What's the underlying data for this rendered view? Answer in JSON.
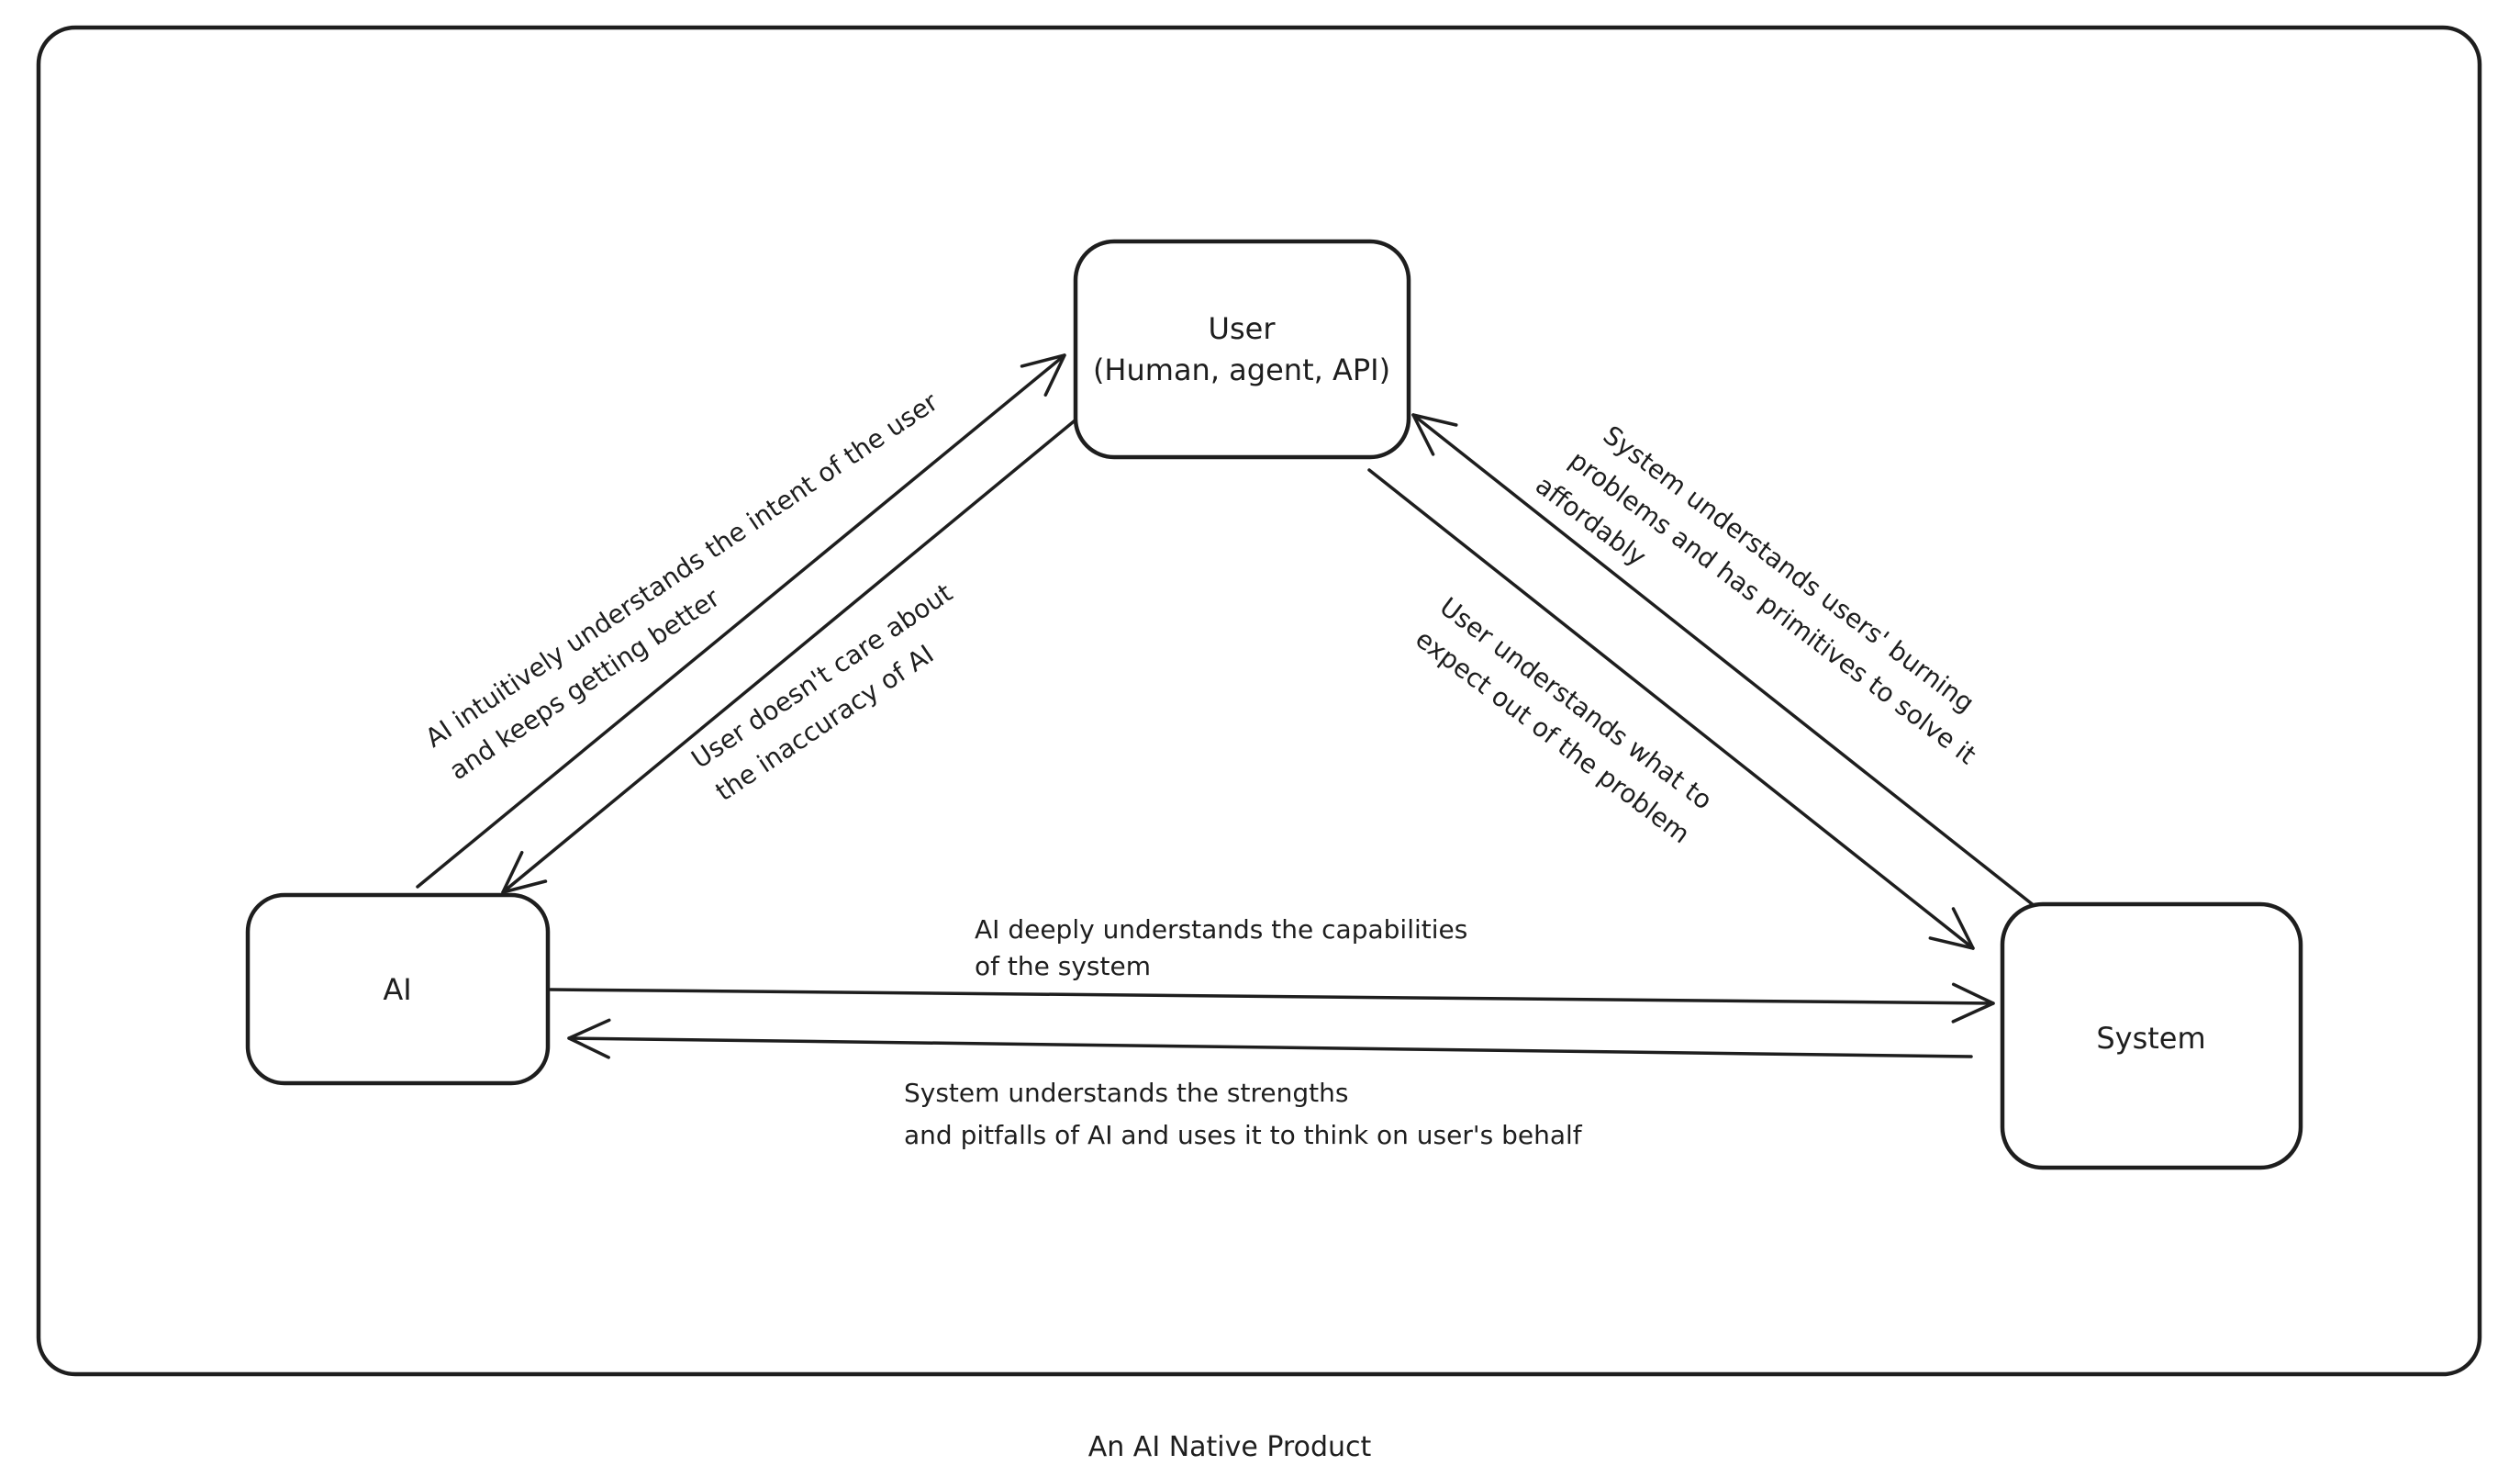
{
  "canvas": {
    "background": "#ffffff",
    "stroke_color": "#1e1e1e"
  },
  "caption": "An AI Native Product",
  "nodes": {
    "user": {
      "lines": [
        "User",
        "(Human, agent, API)"
      ]
    },
    "ai": {
      "label": "AI"
    },
    "system": {
      "label": "System"
    }
  },
  "edges": {
    "ai_to_user": {
      "lines": [
        "AI intuitively understands the intent of the user",
        "and keeps getting better"
      ]
    },
    "user_to_ai": {
      "lines": [
        "User doesn't care about",
        "the inaccuracy of AI"
      ]
    },
    "system_to_user": {
      "lines": [
        "System understands users' burning",
        "problems and has primitives to solve it",
        "affordably"
      ]
    },
    "user_to_system": {
      "lines": [
        "User understands what to",
        "expect out of the problem"
      ]
    },
    "ai_to_system": {
      "lines": [
        "AI deeply understands the capabilities",
        "of the system"
      ]
    },
    "system_to_ai": {
      "lines": [
        "System understands the strengths",
        "and pitfalls of AI and uses it to think on user's behalf"
      ]
    }
  }
}
